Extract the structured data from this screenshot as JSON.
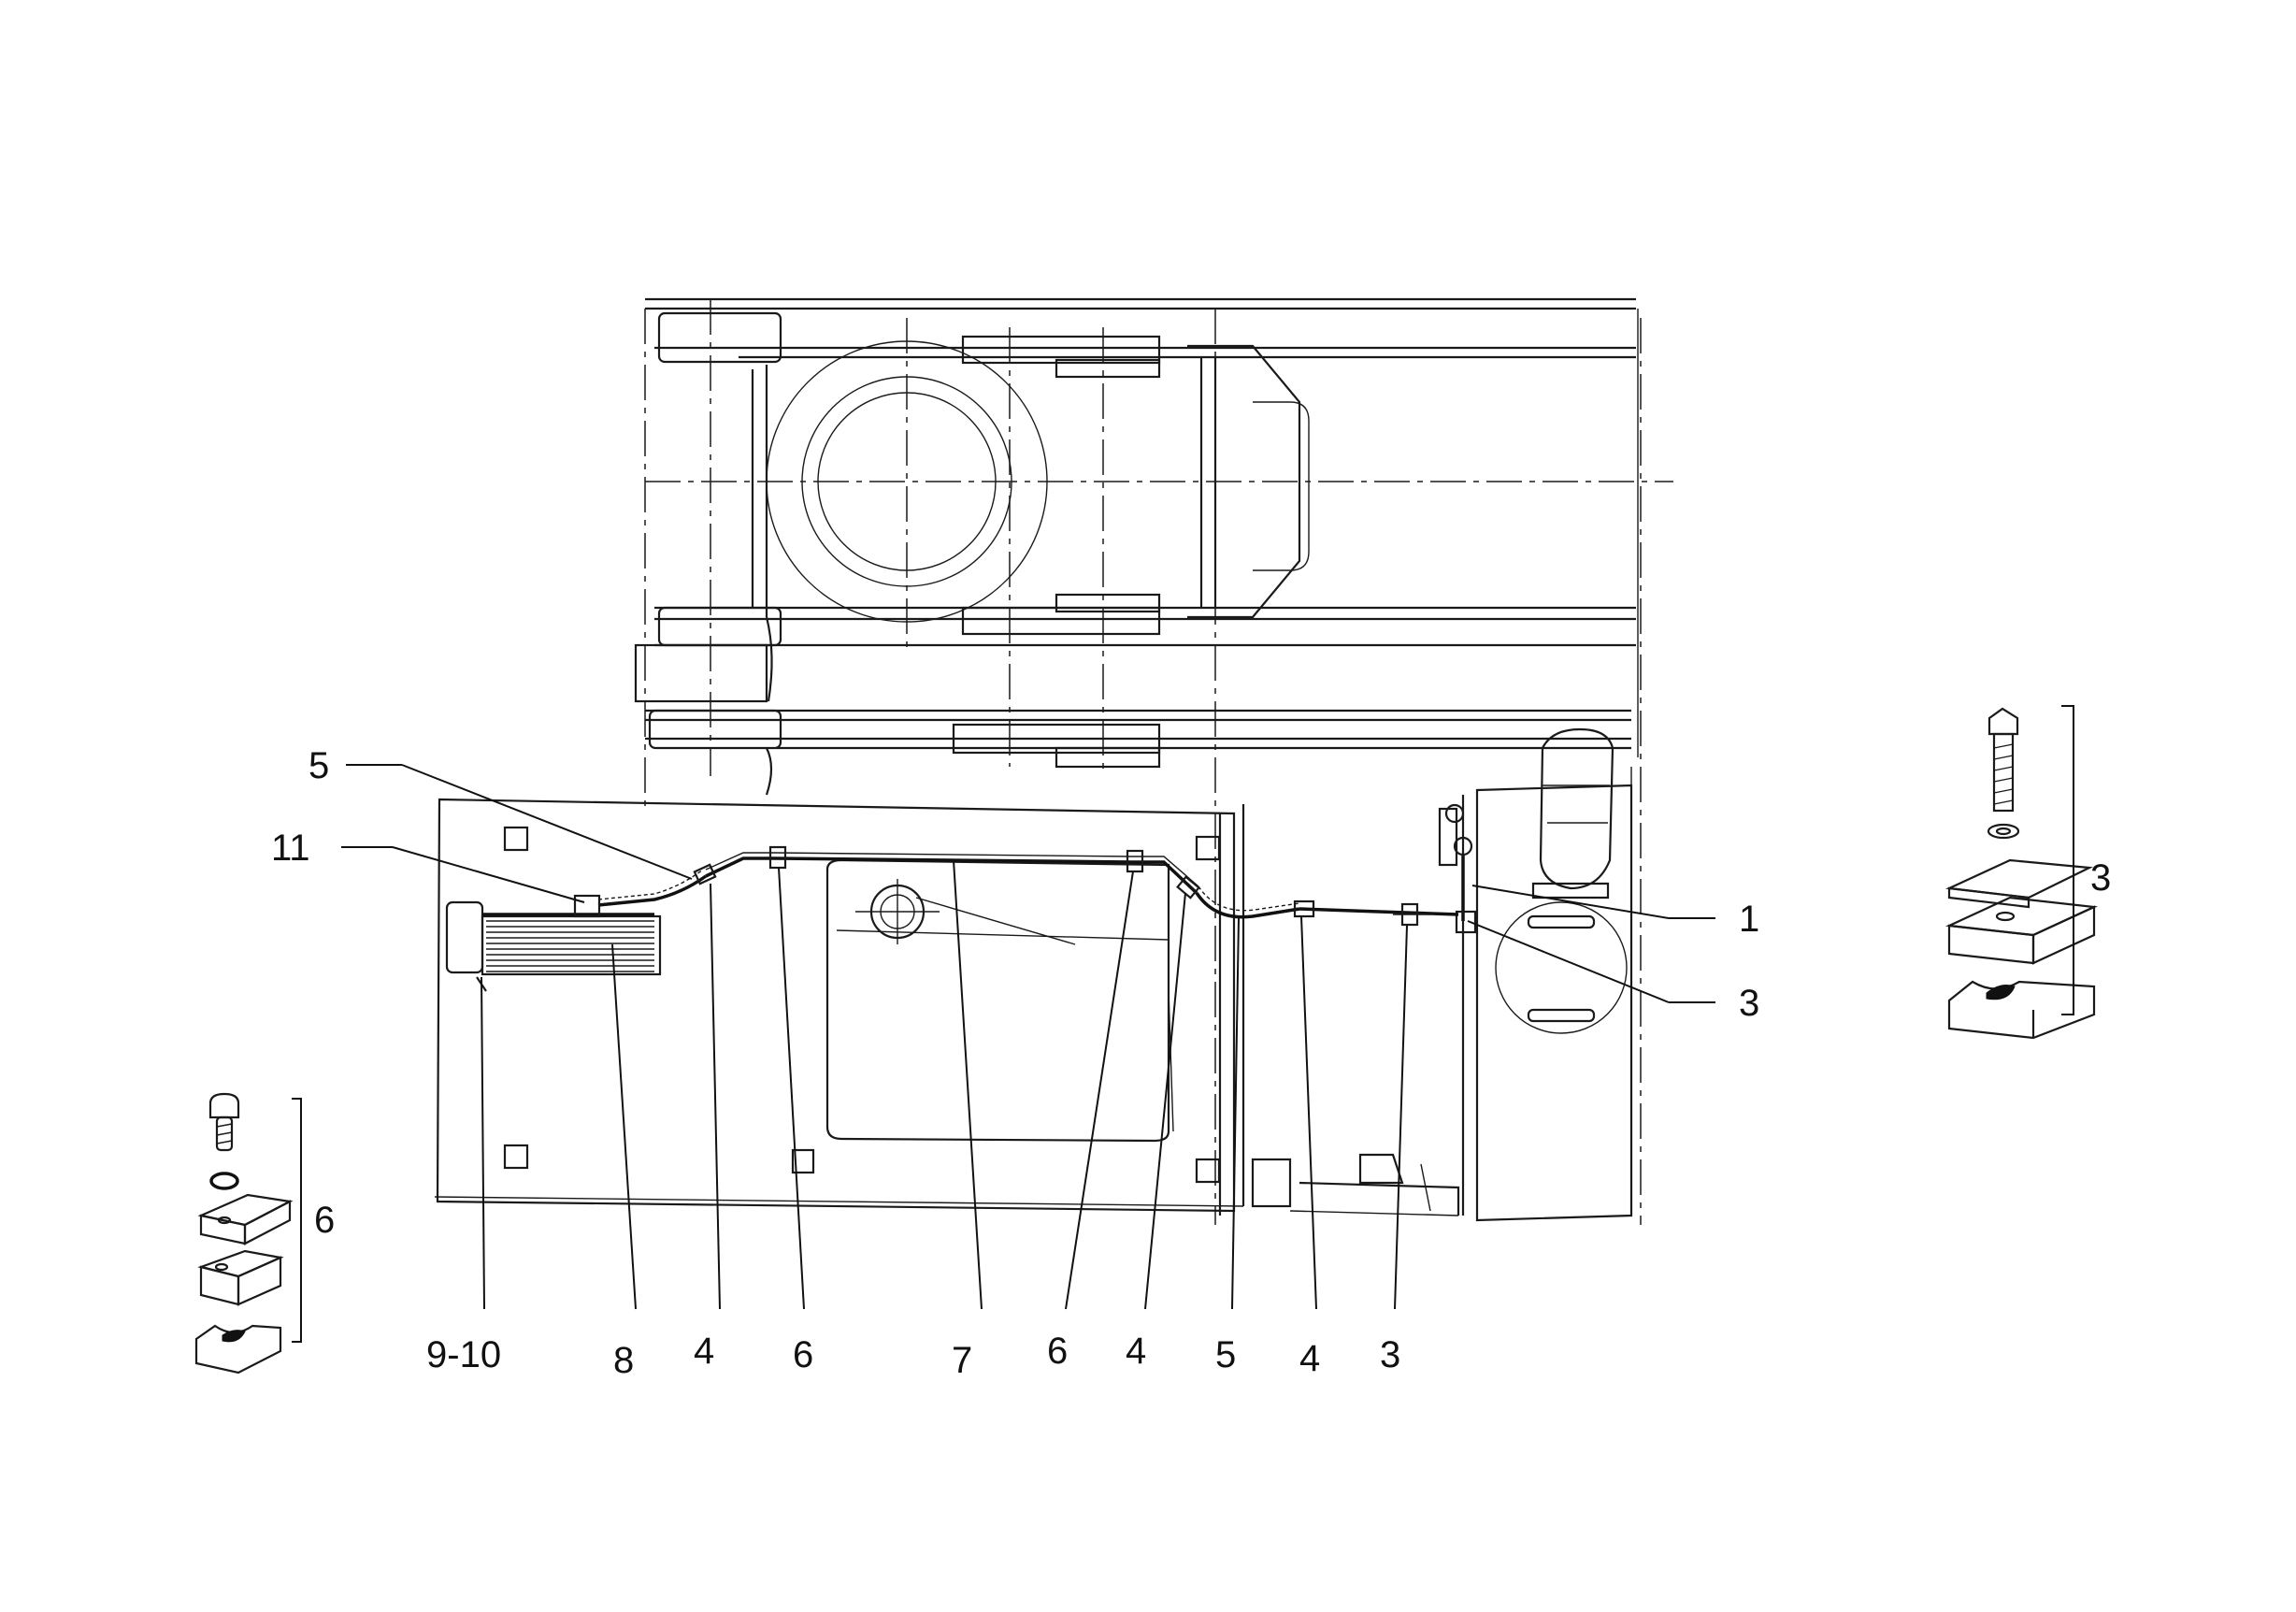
{
  "callouts": {
    "c5_top": "5",
    "c11": "11",
    "c1": "1",
    "c3_right": "3",
    "c3_kit": "3",
    "c6_kit": "6",
    "bottom": [
      "9-10",
      "8",
      "4",
      "6",
      "7",
      "6",
      "4",
      "5",
      "4",
      "3"
    ]
  }
}
